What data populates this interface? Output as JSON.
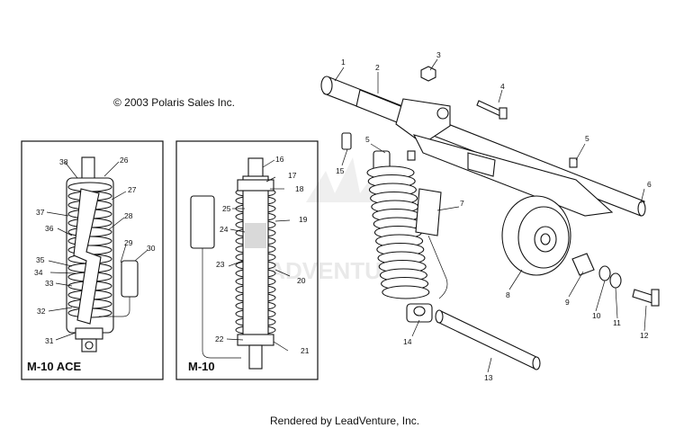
{
  "copyright": "© 2003 Polaris Sales Inc.",
  "footer": "Rendered by LeadVenture, Inc.",
  "watermark": "LEADVENTURE",
  "panels": {
    "left_title": "M-10 ACE",
    "right_title": "M-10"
  },
  "callouts": {
    "c1": "1",
    "c2": "2",
    "c3": "3",
    "c4": "4",
    "c5a": "5",
    "c5b": "5",
    "c6": "6",
    "c7": "7",
    "c8": "8",
    "c9": "9",
    "c10": "10",
    "c11": "11",
    "c12": "12",
    "c13": "13",
    "c14": "14",
    "c15": "15",
    "c16": "16",
    "c17": "17",
    "c18": "18",
    "c19": "19",
    "c20": "20",
    "c21": "21",
    "c22": "22",
    "c23": "23",
    "c24": "24",
    "c25": "25",
    "c26": "26",
    "c27": "27",
    "c28": "28",
    "c29": "29",
    "c30": "30",
    "c31": "31",
    "c32": "32",
    "c33": "33",
    "c34": "34",
    "c35": "35",
    "c36": "36",
    "c37": "37",
    "c38": "38"
  }
}
